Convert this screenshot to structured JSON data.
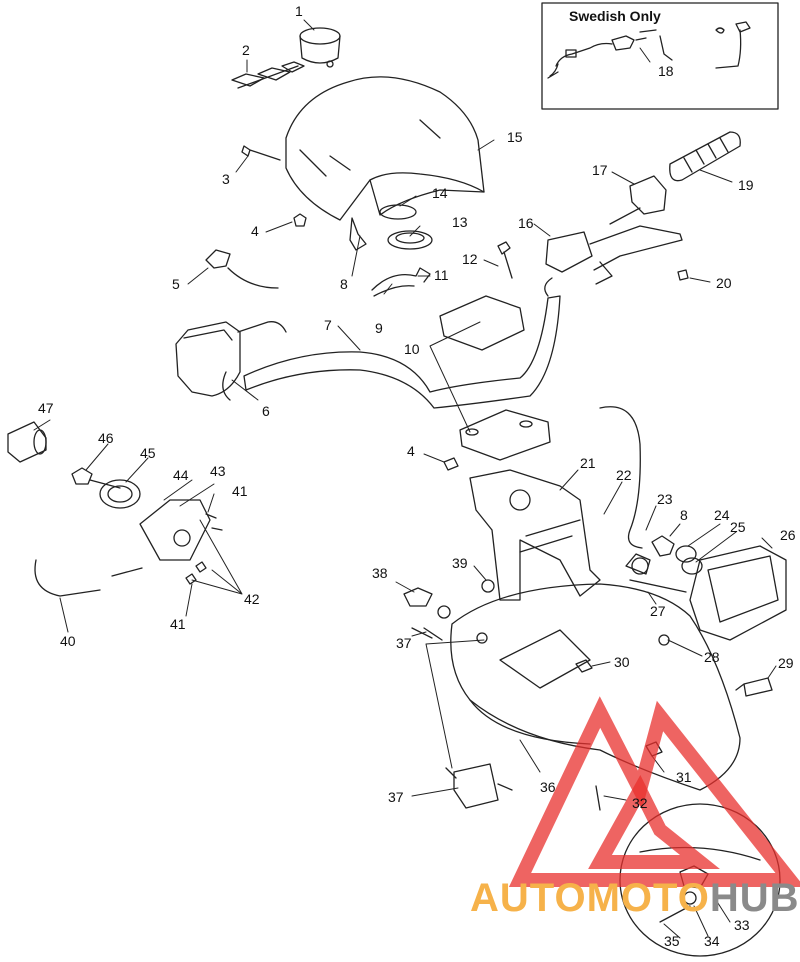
{
  "inset": {
    "title": "Swedish Only"
  },
  "callouts": [
    "1",
    "2",
    "3",
    "4",
    "5",
    "6",
    "7",
    "8",
    "9",
    "10",
    "11",
    "12",
    "13",
    "14",
    "15",
    "16",
    "17",
    "18",
    "19",
    "20",
    "21",
    "22",
    "23",
    "8",
    "24",
    "25",
    "26",
    "27",
    "28",
    "29",
    "30",
    "4",
    "37",
    "38",
    "39",
    "40",
    "41",
    "41",
    "42",
    "43",
    "44",
    "45",
    "46",
    "47",
    "31",
    "32",
    "33",
    "34",
    "35",
    "36",
    "37"
  ],
  "watermark": {
    "part1": "AUTOMOTO",
    "part2": "HUB",
    "color1": "#f6b24a",
    "color2": "#8a8a8a",
    "triangle_color": "#e8302e"
  }
}
